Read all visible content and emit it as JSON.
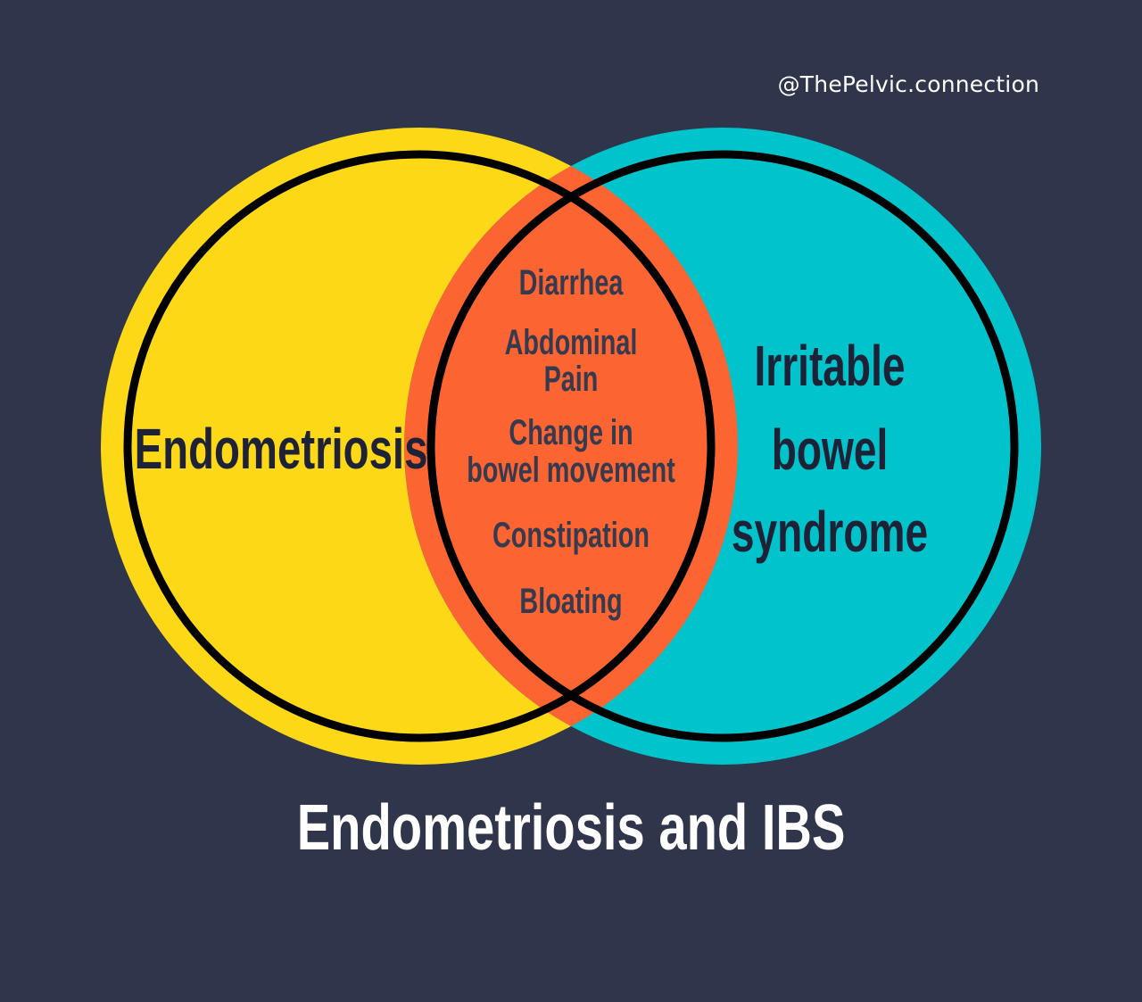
{
  "watermark": "@ThePelvic.connection",
  "title": "Endometriosis and IBS",
  "colors": {
    "background": "#2f354a",
    "left_circle": "#fcd816",
    "right_circle": "#00c3cc",
    "overlap": "#fc6432",
    "outline": "#000000",
    "text_dark": "#1e2236",
    "text_overlap": "#353a4e"
  },
  "sets": {
    "left": {
      "label_lines": [
        "Endometriosis"
      ]
    },
    "right": {
      "label_lines": [
        "Irritable",
        "bowel",
        "syndrome"
      ]
    }
  },
  "overlap": {
    "items": [
      {
        "lines": [
          "Diarrhea"
        ]
      },
      {
        "lines": [
          "Abdominal",
          "Pain"
        ]
      },
      {
        "lines": [
          "Change in",
          "bowel movement"
        ]
      },
      {
        "lines": [
          "Constipation"
        ]
      },
      {
        "lines": [
          "Bloating"
        ]
      }
    ]
  }
}
